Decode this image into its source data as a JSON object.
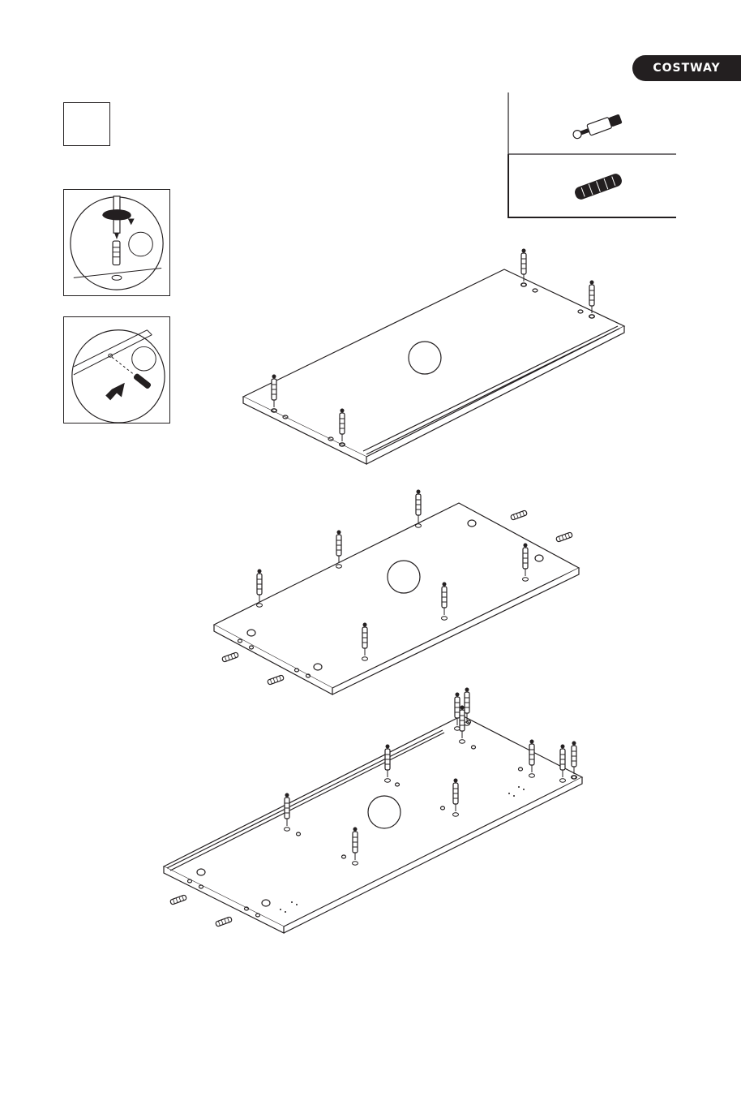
{
  "header": {
    "brand": "COSTWAY"
  },
  "icons": {
    "step_marker": "blank-square",
    "detail_1": "screwdriver-cam-bolt-detail",
    "detail_2": "dowel-insert-arrow-detail",
    "part_1": "cam-bolt-icon",
    "part_2": "wooden-dowel-icon"
  },
  "colors": {
    "ink": "#231f20",
    "paper": "#ffffff"
  }
}
